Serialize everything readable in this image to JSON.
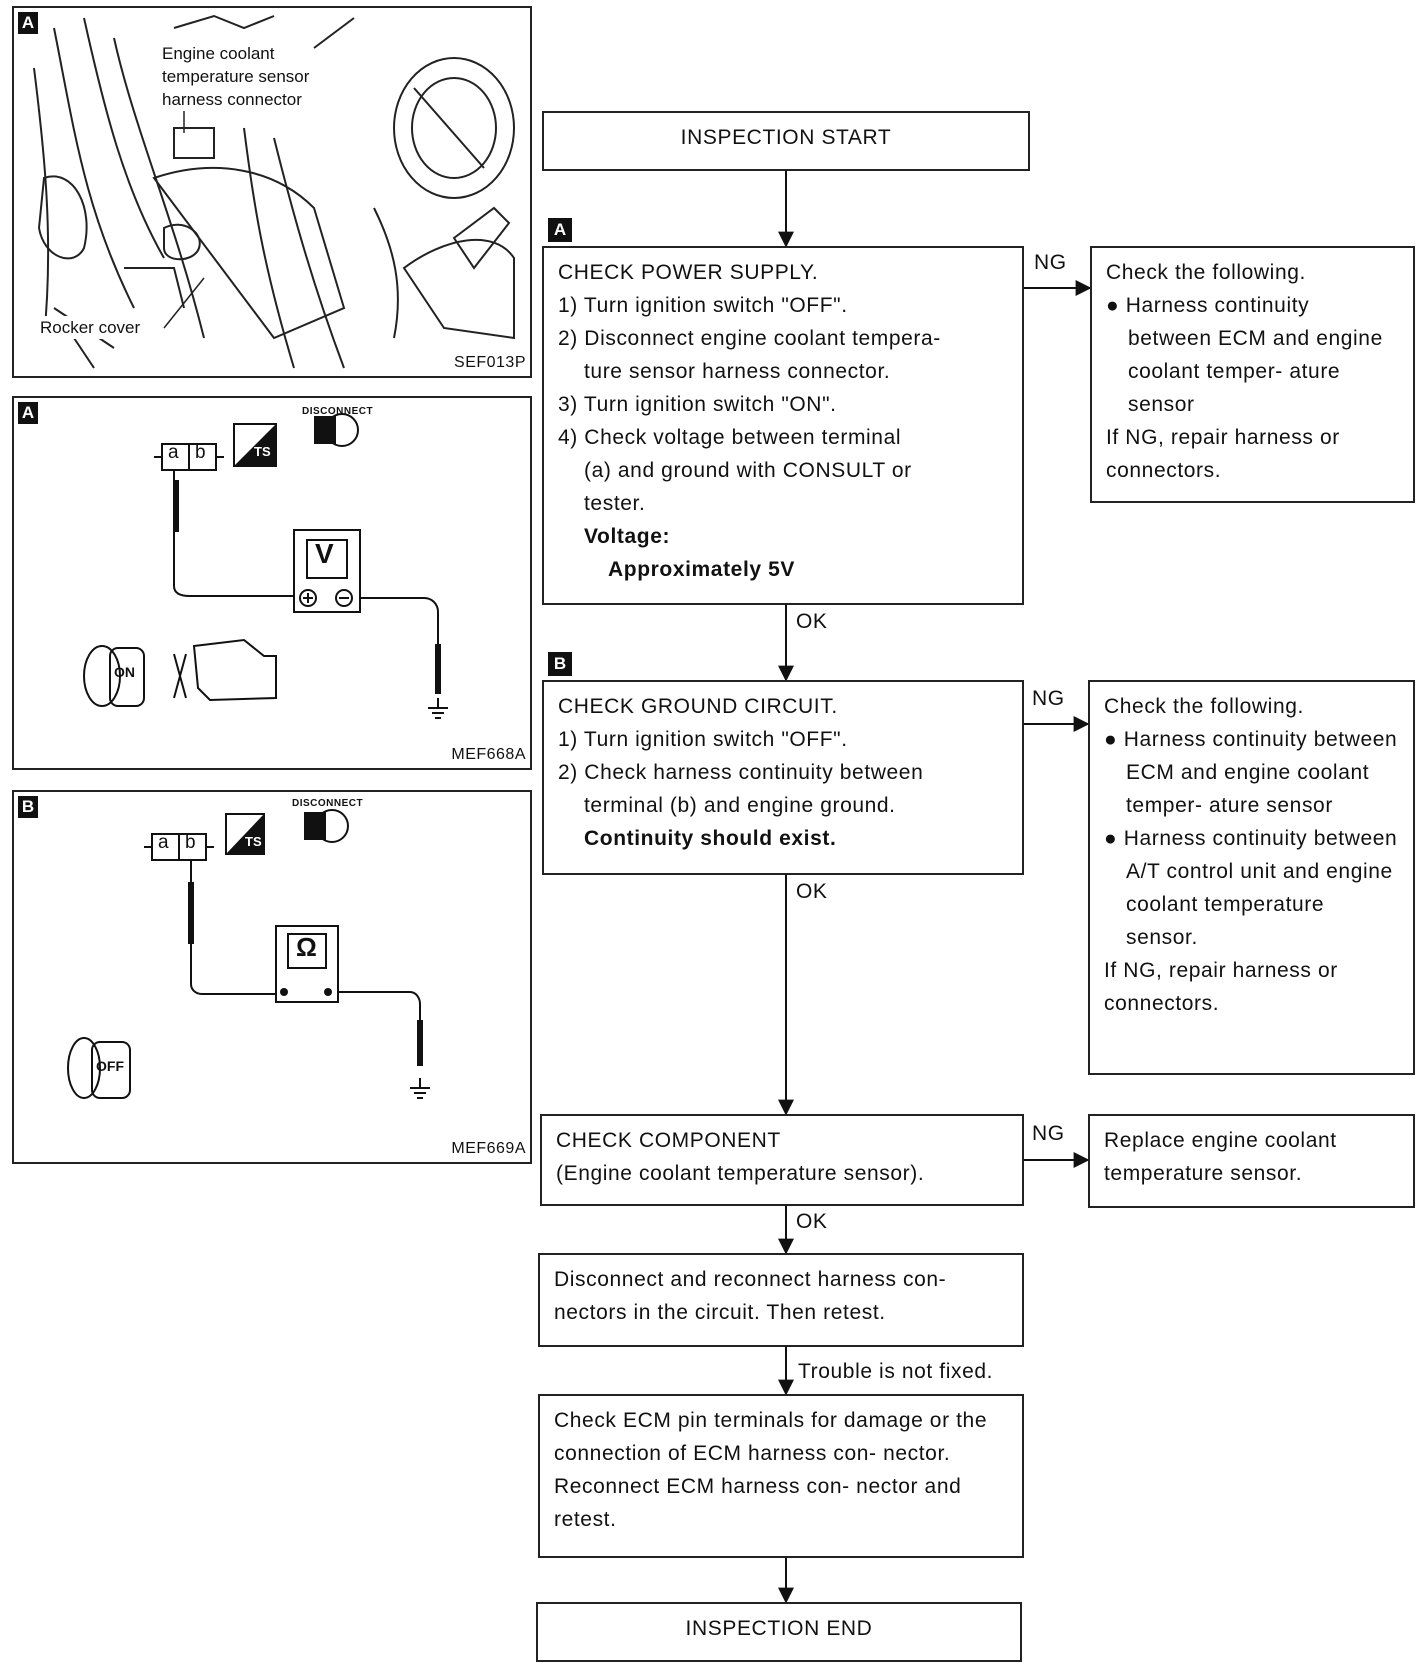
{
  "figures": {
    "photo": {
      "tag": "A",
      "label": "Engine coolant\ntemperature sensor\nharness connector",
      "rocker": "Rocker cover",
      "code": "SEF013P"
    },
    "voltage": {
      "tag": "A",
      "meter": "V",
      "terminals": [
        "a",
        "b"
      ],
      "disconnect": "DISCONNECT",
      "ts": "TS",
      "key": "ON",
      "code": "MEF668A"
    },
    "resistance": {
      "tag": "B",
      "meter": "Ω",
      "terminals": [
        "a",
        "b"
      ],
      "disconnect": "DISCONNECT",
      "ts": "TS",
      "key": "OFF",
      "code": "MEF669A"
    }
  },
  "flow": {
    "start": "INSPECTION START",
    "end": "INSPECTION END",
    "step_a": {
      "tag": "A",
      "lines": [
        "CHECK POWER SUPPLY.",
        "1) Turn ignition switch \"OFF\".",
        "2) Disconnect engine coolant tempera-",
        "ture sensor harness connector.",
        "3) Turn ignition switch \"ON\".",
        "4) Check voltage between terminal",
        "(a) and ground with CONSULT or",
        "tester.",
        "Voltage:",
        "Approximately 5V"
      ],
      "ng": "NG",
      "ok": "OK",
      "ng_box": [
        "Check the following.",
        "● Harness continuity between ECM and engine coolant temper- ature sensor",
        "If NG, repair harness or connectors."
      ]
    },
    "step_b": {
      "tag": "B",
      "lines": [
        "CHECK GROUND CIRCUIT.",
        "1) Turn ignition switch \"OFF\".",
        "2) Check harness continuity between",
        "terminal (b) and engine ground.",
        "Continuity should exist."
      ],
      "ng": "NG",
      "ok": "OK",
      "ng_box": [
        "Check the following.",
        "● Harness continuity between ECM and engine coolant temper- ature sensor",
        "● Harness continuity between A/T control unit and engine coolant temperature sensor.",
        "If NG, repair harness or connectors."
      ]
    },
    "step_c": {
      "lines": [
        "CHECK COMPONENT",
        "(Engine coolant temperature sensor)."
      ],
      "ng": "NG",
      "ok": "OK",
      "ng_box": "Replace engine coolant temperature sensor."
    },
    "reconnect": "Disconnect and reconnect harness con- nectors in the circuit. Then retest.",
    "not_fixed": "Trouble is not fixed.",
    "ecm_check": "Check ECM pin terminals for damage or the connection of ECM harness con- nector. Reconnect ECM harness con- nector and retest."
  }
}
